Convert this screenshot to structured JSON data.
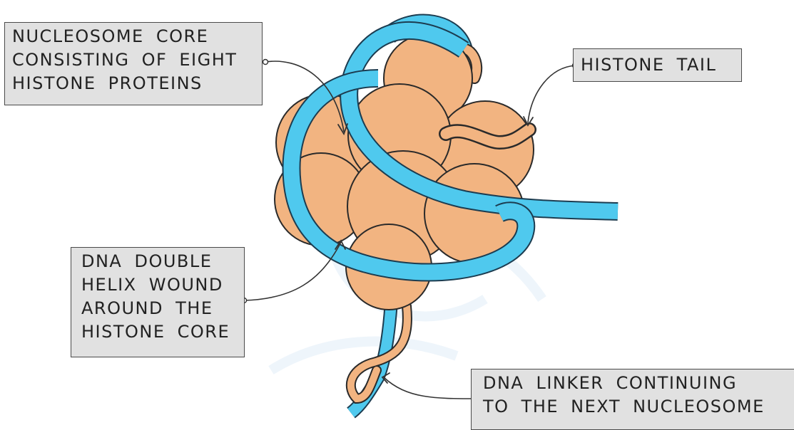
{
  "colors": {
    "histone_fill": "#f2b481",
    "histone_stroke": "#2a2a2a",
    "dna_fill": "#4fc9ee",
    "dna_stroke": "#1c3c50",
    "label_bg": "#e1e1e1",
    "label_border": "#4a4a4a",
    "watermark": "#eef5fb"
  },
  "labels": {
    "core": [
      "NUCLEOSOME CORE",
      "CONSISTING OF EIGHT",
      "HISTONE PROTEINS"
    ],
    "tail": [
      "HISTONE TAIL"
    ],
    "dna": [
      "DNA DOUBLE",
      "HELIX WOUND",
      "AROUND THE",
      "HISTONE CORE"
    ],
    "linker": [
      "DNA LINKER CONTINUING",
      "TO THE NEXT NUCLEOSOME"
    ]
  },
  "icons": [
    "pointer-arrow-icon",
    "connector-dot-icon"
  ]
}
